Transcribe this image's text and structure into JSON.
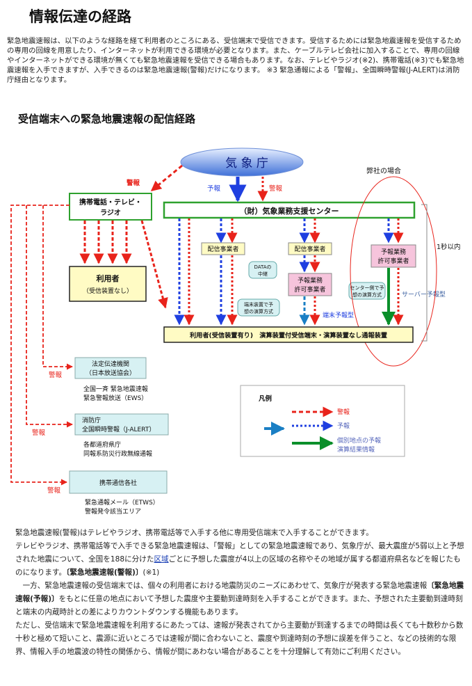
{
  "page": {
    "title": "情報伝達の経路",
    "intro": "緊急地震速報は、以下のような経路を経て利用者のところにある、受信端末で受信できます。受信するためには緊急地震速報を受信するための専用の回線を用意したり、インターネットが利用できる環境が必要となります。また、ケーブルテレビ会社に加入することで、専用の回線やインターネットができる環境が無くても緊急地震速報を受信できる場合もあります。なお、テレビやラジオ(※2)、携帯電話(※3)でも緊急地震速報を入手できますが、入手できるのは緊急地震速報(警報)だけになります。 ※3 緊急通報による「警報」、全国瞬時警報(J-ALERT)は消防庁経由となります。",
    "subtitle": "受信端末への緊急地震速報の配信経路"
  },
  "diagram": {
    "jma": "気 象 庁",
    "support_center": "（財）気象業務支援センター",
    "mobile_tv_radio_1": "携帯電話・テレビ・",
    "mobile_tv_radio_2": "ラジオ",
    "users_no_device_1": "利用者",
    "users_no_device_2": "（受信装置なし）",
    "distributor_1": "配信事業者",
    "distributor_2": "配信事業者",
    "forecaster_1a": "予報業務",
    "forecaster_1b": "許可事業者",
    "forecaster_2a": "予報業務",
    "forecaster_2b": "許可事業者",
    "our_company": "弊社の場合",
    "one_second": "1秒以内",
    "data_relay_1": "DATAの",
    "data_relay_2": "中継",
    "terminal_calc_1": "端末装置で予",
    "terminal_calc_2": "想の演算方式",
    "center_calc_1": "センター側で予",
    "center_calc_2": "想の演算方式",
    "terminal_type": "端末予報型",
    "server_type": "サーバー予報型",
    "users_with_device": "利用者(受信装置有り)　演算装置付受信端末・演算装置なし通報装置",
    "warning": "警報",
    "forecast": "予報",
    "warning_2": "警報",
    "left_warning_1": "警報",
    "left_warning_2": "警報",
    "left_warning_3": "警報",
    "broadcaster_1": "法定伝達機関",
    "broadcaster_2": "（日本放送協会）",
    "broadcaster_desc_1": "全国一斉 緊急地震速報",
    "broadcaster_desc_2": "緊急警報放送（EWS）",
    "fdma_1": "消防庁",
    "fdma_2": "全国瞬時警報（J-ALERT）",
    "fdma_desc_1": "各都道府県庁",
    "fdma_desc_2": "同報系防災行政無線通報",
    "carriers": "携帯通信各社",
    "carriers_desc_1": "緊急通報メール（ETWS）",
    "carriers_desc_2": "警報発令該当エリア",
    "legend_title": "凡例",
    "legend_warning": "警報",
    "legend_forecast": "予報",
    "legend_calc_1": "個別地点の予報",
    "legend_calc_2": "演算結果情報"
  },
  "colors": {
    "warning_red": "#e8231b",
    "forecast_blue": "#1f3fe0",
    "calc_green": "#0a8f2a",
    "jma_blue": "#3f70d8",
    "center_green": "#2ea12e",
    "box_yellow": "#fffbc4",
    "box_pink": "#f6c4dc",
    "box_teal": "#d7f1f3"
  },
  "footer": {
    "p1": "緊急地震速報(警報)はテレビやラジオ、携帯電話等で入手する他に専用受信端末で入手することができます。",
    "p2a": "テレビやラジオ、携帯電話等で入手できる緊急地震速報は、「警報」としての緊急地震速報であり、気象庁が、最大震度が5弱以上と予想された地震について、全国を188に分けた",
    "p2link": "区域",
    "p2b": "ごとに予想した震度が4以上の区域の名称やその地域が属する都道府県名などを報じたものになります。",
    "p2bold": "〔緊急地震速報(警報)〕",
    "p2c": "(※1)",
    "p3a": "　一方、緊急地震速報の受信端末では、個々の利用者における地震防災のニーズにあわせて、気象庁が発表する緊急地震速報",
    "p3bold": "〔緊急地震速報(予報)〕",
    "p3b": "をもとに任意の地点において予想した震度や主要動到達時刻を入手することができます。また、予想された主要動到達時刻と端末の内蔵時計との差によりカウントダウンする機能もあります。",
    "p4": "ただし、受信端末で緊急地震速報を利用するにあたっては、速報が発表されてから主要動が到達するまでの時間は長くても十数秒から数十秒と極めて短いこと、震源に近いところでは速報が間に合わないこと、震度や到達時刻の予想に誤差を伴うこと、などの技術的な限界、情報入手の地震波の特性の関係から、情報が間にあわない場合があることを十分理解して有効にご利用ください。"
  }
}
